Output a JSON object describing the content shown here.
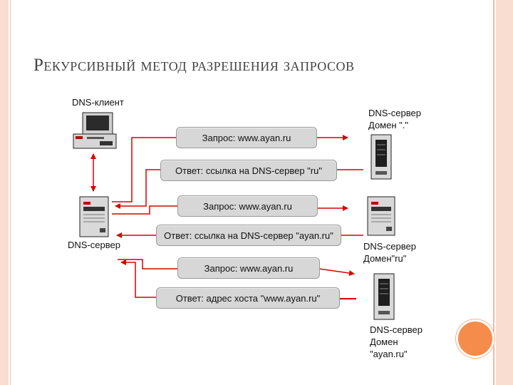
{
  "title": "Рекурсивный метод разрешения запросов",
  "labels": {
    "client": "DNS-клиент",
    "local_server": "DNS-сервер",
    "root_server": [
      "DNS-сервер",
      "Домен \".\""
    ],
    "ru_server": [
      "DNS-сервер",
      "Домен\"ru\""
    ],
    "ayan_server": [
      "DNS-сервер",
      "Домен",
      "\"ayan.ru\""
    ]
  },
  "messages": [
    "Запрос: www.ayan.ru",
    "Ответ: ссылка на DNS-сервер \"ru\"",
    "Запрос: www.ayan.ru",
    "Ответ: ссылка на DNS-сервер \"ayan.ru\"",
    "Запрос: www.ayan.ru",
    "Ответ: адрес хоста \"www.ayan.ru\""
  ],
  "colors": {
    "arrow": "#d90000",
    "accent": "#f58c4b",
    "frame": "#f9ddd0"
  }
}
